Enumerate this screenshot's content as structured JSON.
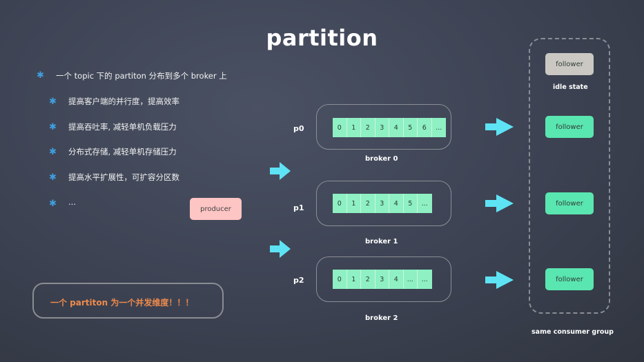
{
  "title": "partition",
  "bullets": [
    {
      "text": "一个 topic 下的 partiton 分布到多个 broker  上",
      "level": 1
    },
    {
      "text": "提高客户端的并行度，提高效率",
      "level": 2
    },
    {
      "text": "提高吞吐率, 减轻单机负载压力",
      "level": 2
    },
    {
      "text": "分布式存储, 减轻单机存储压力",
      "level": 2
    },
    {
      "text": "提高水平扩展性，可扩容分区数",
      "level": 2
    },
    {
      "text": "...",
      "level": 2
    }
  ],
  "bullet_glyph": "✱",
  "note": "一个 partiton 为一个并发维度！！！",
  "producer": "producer",
  "partitions": [
    {
      "label": "p0",
      "broker": "broker 0",
      "offsets": [
        "0",
        "1",
        "2",
        "3",
        "4",
        "5",
        "6",
        "..."
      ]
    },
    {
      "label": "p1",
      "broker": "broker 1",
      "offsets": [
        "0",
        "1",
        "2",
        "3",
        "4",
        "5",
        "..."
      ]
    },
    {
      "label": "p2",
      "broker": "broker 2",
      "offsets": [
        "0",
        "1",
        "2",
        "3",
        "4",
        "...",
        "..."
      ]
    }
  ],
  "followers": [
    {
      "label": "follower",
      "state": "idle"
    },
    {
      "label": "follower",
      "state": "active"
    },
    {
      "label": "follower",
      "state": "active"
    },
    {
      "label": "follower",
      "state": "active"
    }
  ],
  "idle_caption": "idle state",
  "group_caption": "same consumer group",
  "colors": {
    "arrow": "#5ee3f5",
    "offset_cell": "#8ef0c3",
    "follower_active": "#5ae6b0",
    "follower_idle": "#cbc8c3",
    "producer": "#fdc5c4",
    "note_text": "#ee8a4c",
    "bullet": "#3f9ee0"
  }
}
